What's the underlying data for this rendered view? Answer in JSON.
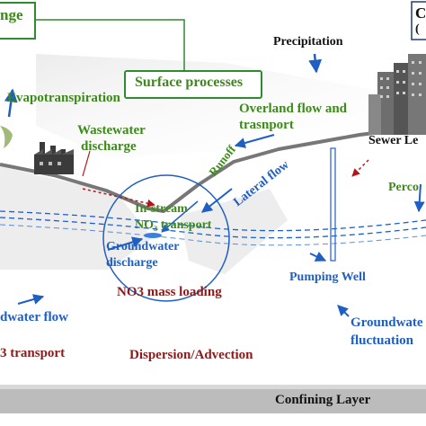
{
  "diagram": {
    "labels": {
      "top_left_fragment": "nge",
      "top_right_fragment_1": "C",
      "top_right_fragment_2": "(",
      "surface_processes": "Surface processes",
      "precipitation": "Precipitation",
      "evapotranspiration": "Evapotranspiration",
      "wastewater_1": "Wastewater",
      "wastewater_2": "discharge",
      "overland_1": "Overland flow and",
      "overland_2": "trasnport",
      "sewer": "Sewer Le",
      "runoff": "Runoff",
      "lateral_flow": "Lateral flow",
      "instream_1": "In-stream",
      "instream_2": "NO₃ transport",
      "percolation": "Perco",
      "gw_discharge_1": "Groundwater",
      "gw_discharge_2": "discharge",
      "no3_mass_loading": "NO3 mass loading",
      "pumping_well": "Pumping Well",
      "gw_flow": "dwater flow",
      "gw_fluct_1": "Groundwate",
      "gw_fluct_2": "fluctuation",
      "no3_transport": "3 transport",
      "dispersion": "Dispersion/Advection",
      "confining_layer": "Confining Layer"
    },
    "colors": {
      "label_green": "#3d8a1c",
      "label_blue": "#1f5fc4",
      "label_maroon": "#8b1a1a",
      "box_border": "#2e8b2e",
      "ground_line": "#6b6b6b",
      "confining_layer": "#bcbcbc",
      "water_table": "#1a5fd0"
    },
    "icons": [
      "city-buildings-icon",
      "factory-icon",
      "tree-icon",
      "precipitation-arrow-icon"
    ]
  }
}
